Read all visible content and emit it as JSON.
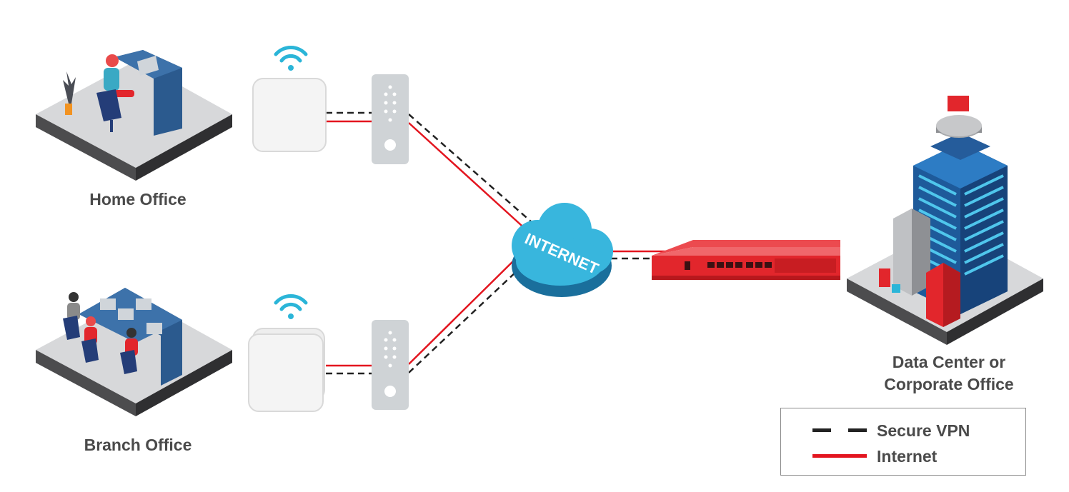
{
  "labels": {
    "home_office": "Home Office",
    "branch_office": "Branch Office",
    "data_center_line1": "Data Center or",
    "data_center_line2": "Corporate Office"
  },
  "cloud_text": "INTERNET",
  "legend": {
    "secure_vpn": "Secure VPN",
    "internet": "Internet"
  },
  "colors": {
    "internet_line": "#e3151f",
    "vpn_line": "#222222",
    "firewall": "#e2262c",
    "cloud": "#38b6dd",
    "desk": "#2b5a8e",
    "floor": "#cfd0d2"
  }
}
